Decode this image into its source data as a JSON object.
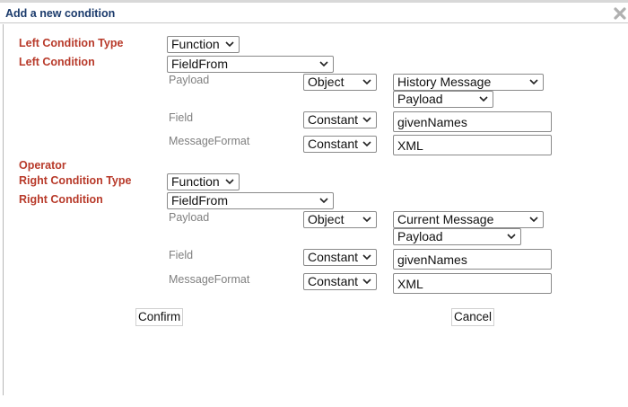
{
  "dialog": {
    "title": "Add a new condition",
    "close_icon": "close-icon"
  },
  "left": {
    "type_label": "Left Condition Type",
    "type_value": "Function",
    "condition_label": "Left Condition",
    "condition_value": "FieldFrom",
    "payload": {
      "label": "Payload",
      "mode": "Object",
      "source": "History Message",
      "part": "Payload"
    },
    "field": {
      "label": "Field",
      "mode": "Constant",
      "value": "givenNames"
    },
    "message_format": {
      "label": "MessageFormat",
      "mode": "Constant",
      "value": "XML"
    }
  },
  "operator": {
    "label": "Operator"
  },
  "right": {
    "type_label": "Right Condition Type",
    "type_value": "Function",
    "condition_label": "Right Condition",
    "condition_value": "FieldFrom",
    "payload": {
      "label": "Payload",
      "mode": "Object",
      "source": "Current Message",
      "part": "Payload"
    },
    "field": {
      "label": "Field",
      "mode": "Constant",
      "value": "givenNames"
    },
    "message_format": {
      "label": "MessageFormat",
      "mode": "Constant",
      "value": "XML"
    }
  },
  "actions": {
    "confirm": "Confirm",
    "cancel": "Cancel"
  },
  "colors": {
    "title": "#1a3a6b",
    "label": "#b83a2a",
    "sublabel": "#808080"
  }
}
